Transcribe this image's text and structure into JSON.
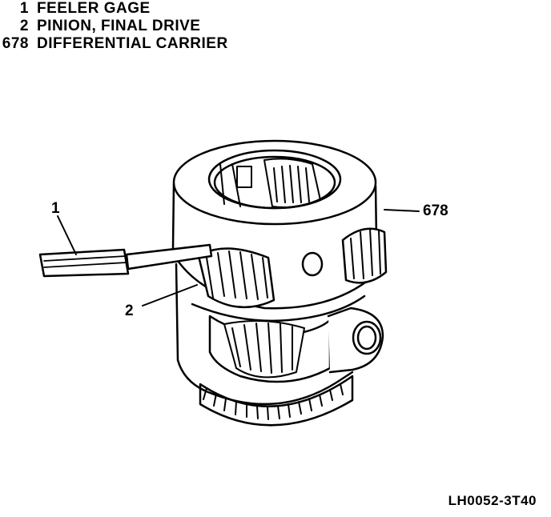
{
  "legend": [
    {
      "num": "1",
      "label": "FEELER GAGE"
    },
    {
      "num": "2",
      "label": "PINION, FINAL DRIVE"
    },
    {
      "num": "678",
      "label": "DIFFERENTIAL CARRIER"
    }
  ],
  "callouts": {
    "feeler_gage": "1",
    "pinion": "2",
    "carrier": "678"
  },
  "figure_id": "LH0052-3T40",
  "colors": {
    "ink": "#000000",
    "paper": "#ffffff"
  }
}
